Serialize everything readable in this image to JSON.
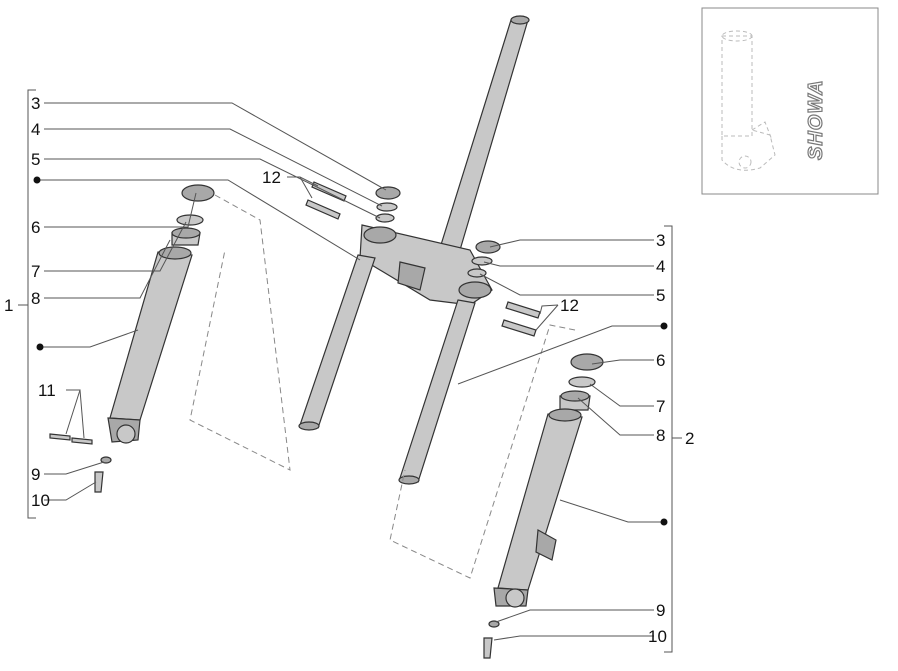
{
  "diagram": {
    "callouts": {
      "left_3": "3",
      "left_4": "4",
      "left_5": "5",
      "left_6": "6",
      "left_7": "7",
      "left_8": "8",
      "left_11": "11",
      "left_9": "9",
      "left_10": "10",
      "left_group": "1",
      "top_12": "12",
      "right_3": "3",
      "right_4": "4",
      "right_5": "5",
      "right_12": "12",
      "right_6": "6",
      "right_7": "7",
      "right_8": "8",
      "right_group": "2",
      "right_9": "9",
      "right_10": "10"
    },
    "inset": {
      "brand": "SHOWA"
    }
  }
}
